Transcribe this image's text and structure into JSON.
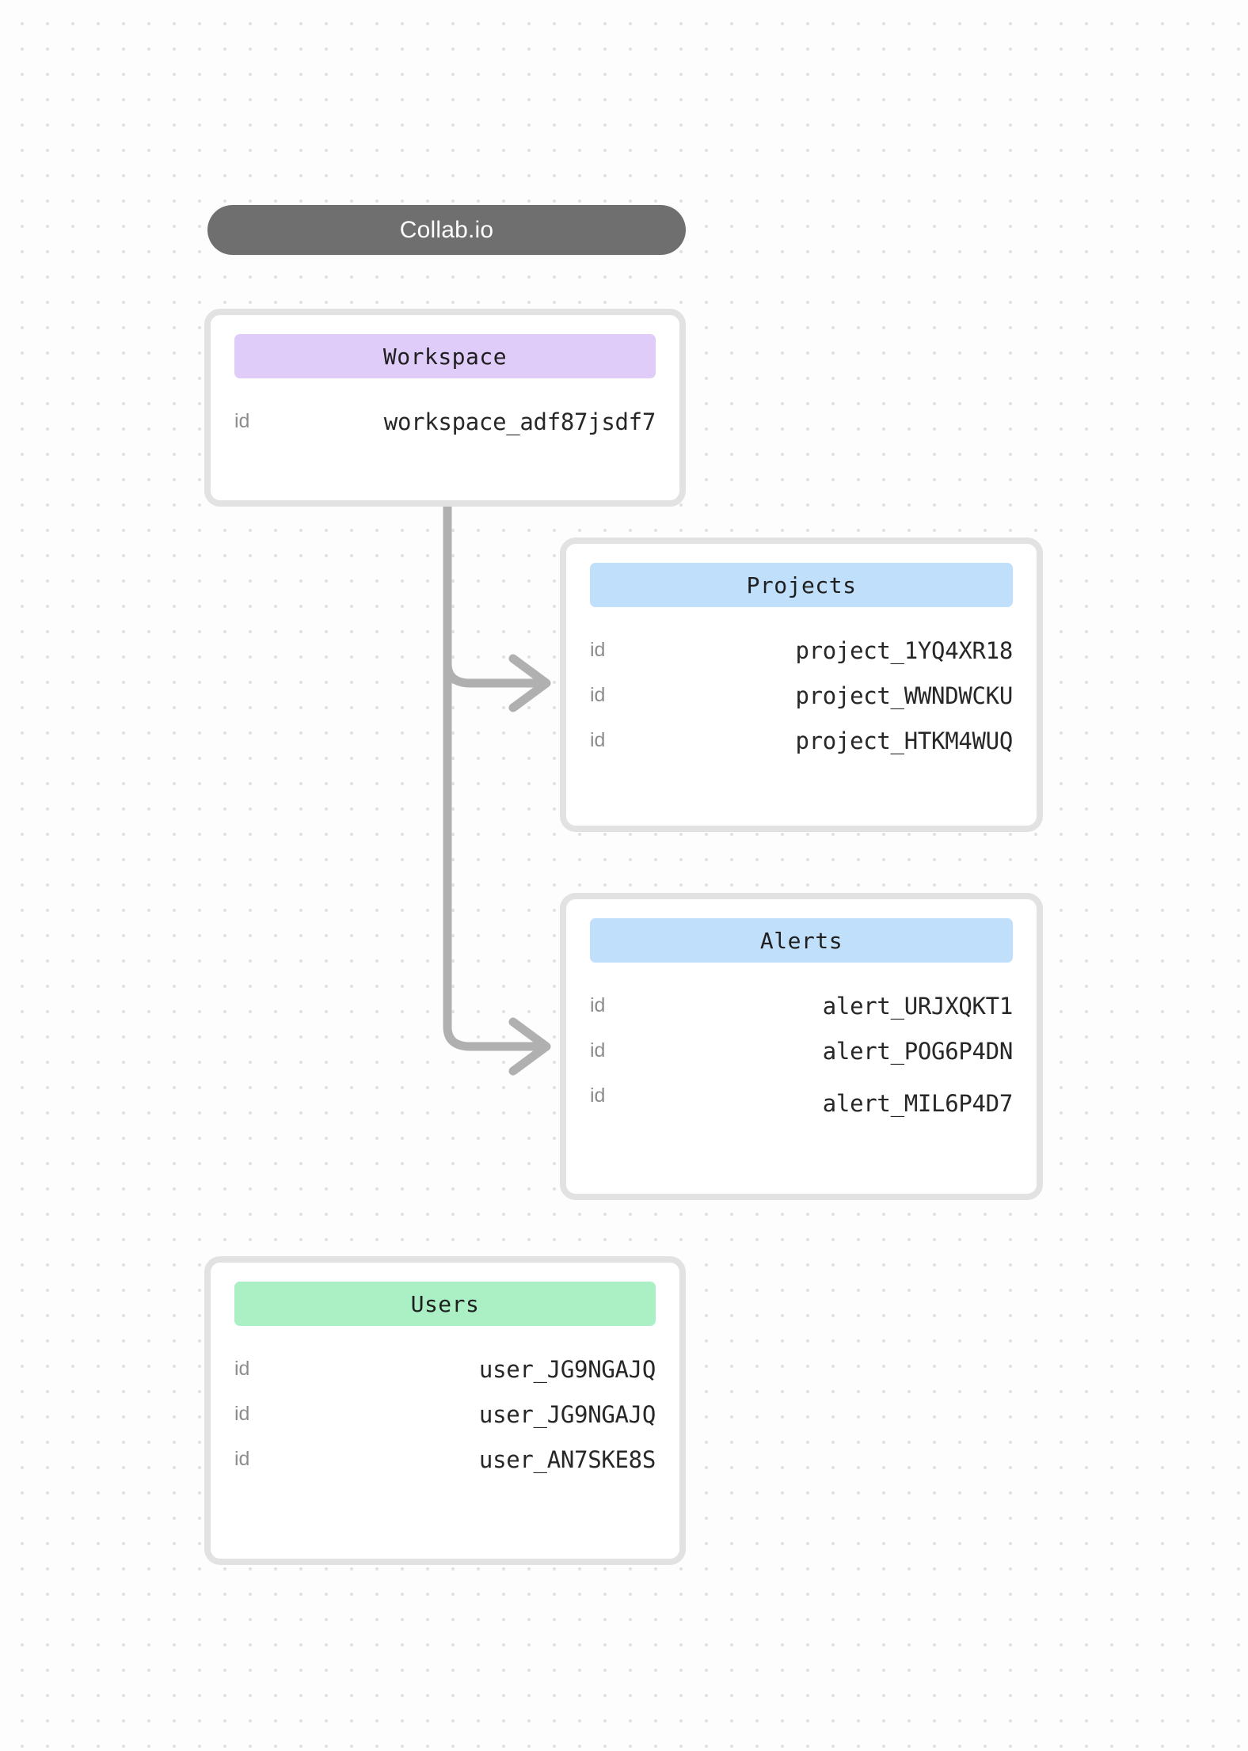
{
  "diagram": {
    "title": "Collab.io",
    "background": "#fdfdfd",
    "dot_color": "#e2e2e2",
    "connector_color": "#b0b0b0",
    "cards": [
      {
        "name": "workspace",
        "header": "Workspace",
        "header_color": "#e0ccf8",
        "rows": [
          {
            "key": "id",
            "value": "workspace_adf87jsdf7"
          }
        ]
      },
      {
        "name": "projects",
        "header": "Projects",
        "header_color": "#bfdffb",
        "rows": [
          {
            "key": "id",
            "value": "project_1YQ4XR18"
          },
          {
            "key": "id",
            "value": "project_WWNDWCKU"
          },
          {
            "key": "id",
            "value": "project_HTKM4WUQ"
          }
        ]
      },
      {
        "name": "alerts",
        "header": "Alerts",
        "header_color": "#bfdffb",
        "rows": [
          {
            "key": "id",
            "value": "alert_URJXQKT1"
          },
          {
            "key": "id",
            "value": "alert_POG6P4DN"
          },
          {
            "key": "id",
            "value": "alert_MIL6P4D7"
          }
        ]
      },
      {
        "name": "users",
        "header": "Users",
        "header_color": "#abf0c4",
        "rows": [
          {
            "key": "id",
            "value": "user_JG9NGAJQ"
          },
          {
            "key": "id",
            "value": "user_JG9NGAJQ"
          },
          {
            "key": "id",
            "value": "user_AN7SKE8S"
          }
        ]
      }
    ],
    "edges": [
      {
        "from": "workspace",
        "to": "projects"
      },
      {
        "from": "workspace",
        "to": "alerts"
      }
    ]
  }
}
